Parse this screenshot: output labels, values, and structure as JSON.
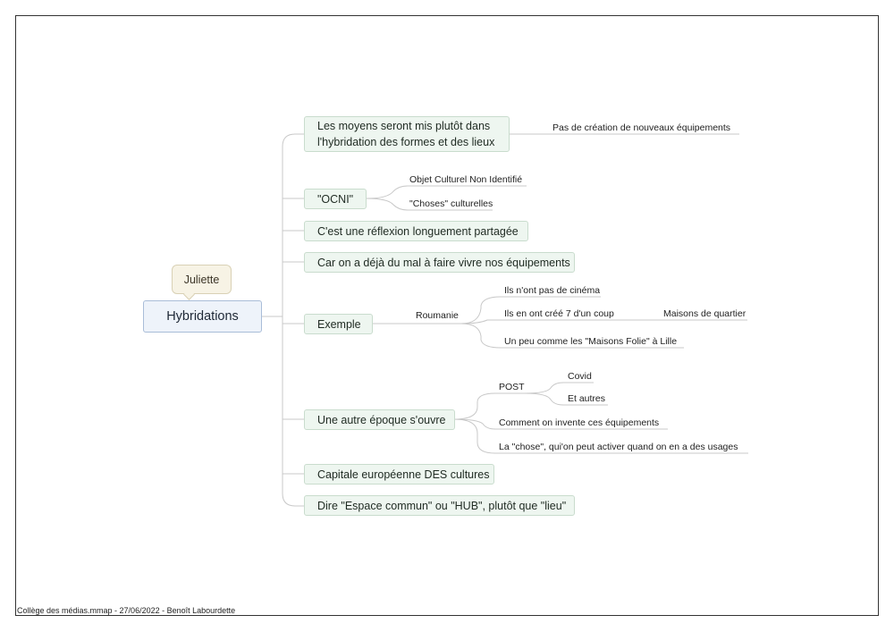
{
  "central": "Hybridations",
  "callout": "Juliette",
  "topics": {
    "t1": "Les moyens seront mis plutôt dans l'hybridation des formes et des lieux",
    "t1_line1": "Les moyens seront mis plutôt dans",
    "t1_line2": "l'hybridation des formes et des lieux",
    "t2": "\"OCNI\"",
    "t3": "C'est une réflexion longuement partagée",
    "t4": "Car on a déjà du mal à faire vivre nos équipements",
    "t5": "Exemple",
    "t6": "Une autre époque s'ouvre",
    "t7": "Capitale européenne DES cultures",
    "t8": "Dire \"Espace commun\" ou \"HUB\", plutôt que \"lieu\""
  },
  "leaves": {
    "t1_a": "Pas de création de nouveaux équipements",
    "t2_a": "Objet Culturel Non Identifié",
    "t2_b": "\"Choses\" culturelles",
    "t5_a": "Roumanie",
    "t5_a1": "Ils n'ont pas de cinéma",
    "t5_a2": "Ils en ont créé 7 d'un coup",
    "t5_a2a": "Maisons de quartier",
    "t5_a3": "Un peu comme les \"Maisons Folie\" à Lille",
    "t6_a": "POST",
    "t6_a1": "Covid",
    "t6_a2": "Et autres",
    "t6_b": "Comment on invente ces équipements",
    "t6_c": "La \"chose\", qui'on peut activer quand on en a des usages"
  },
  "footer": "Collège des médias.mmap - 27/06/2022 - Benoît Labourdette",
  "colors": {
    "central_fill": "#eef3fa",
    "central_border": "#a9bdd8",
    "topic_fill": "#eef6f0",
    "topic_border": "#c9dccd",
    "callout_fill": "#f7f3e5",
    "line": "#c8c8c8"
  }
}
